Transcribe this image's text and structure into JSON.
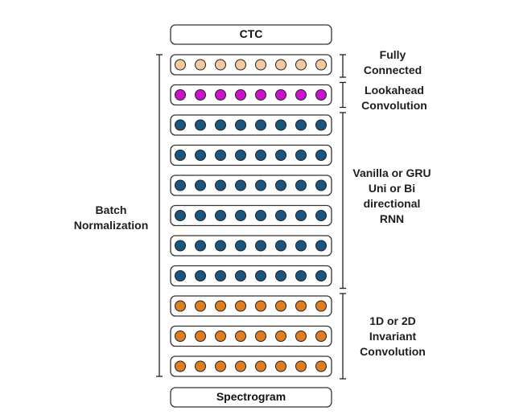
{
  "top_box": {
    "label": "CTC"
  },
  "bottom_box": {
    "label": "Spectrogram"
  },
  "batch_norm_label": "Batch\nNormalization",
  "layers": [
    {
      "group": "fully_connected",
      "nodes": 8
    },
    {
      "group": "lookahead",
      "nodes": 8
    },
    {
      "group": "rnn",
      "nodes": 8
    },
    {
      "group": "rnn",
      "nodes": 8
    },
    {
      "group": "rnn",
      "nodes": 8
    },
    {
      "group": "rnn",
      "nodes": 8
    },
    {
      "group": "rnn",
      "nodes": 8
    },
    {
      "group": "rnn",
      "nodes": 8
    },
    {
      "group": "conv",
      "nodes": 8
    },
    {
      "group": "conv",
      "nodes": 8
    },
    {
      "group": "conv",
      "nodes": 8
    }
  ],
  "groups": {
    "fully_connected": {
      "label": "Fully\nConnected",
      "color": "#f2c9a0"
    },
    "lookahead": {
      "label": "Lookahead\nConvolution",
      "color": "#cc11cc"
    },
    "rnn": {
      "label": "Vanilla or GRU\nUni or Bi\ndirectional\nRNN",
      "color": "#1a5580"
    },
    "conv": {
      "label": "1D or 2D\nInvariant\nConvolution",
      "color": "#e07d1e"
    }
  }
}
